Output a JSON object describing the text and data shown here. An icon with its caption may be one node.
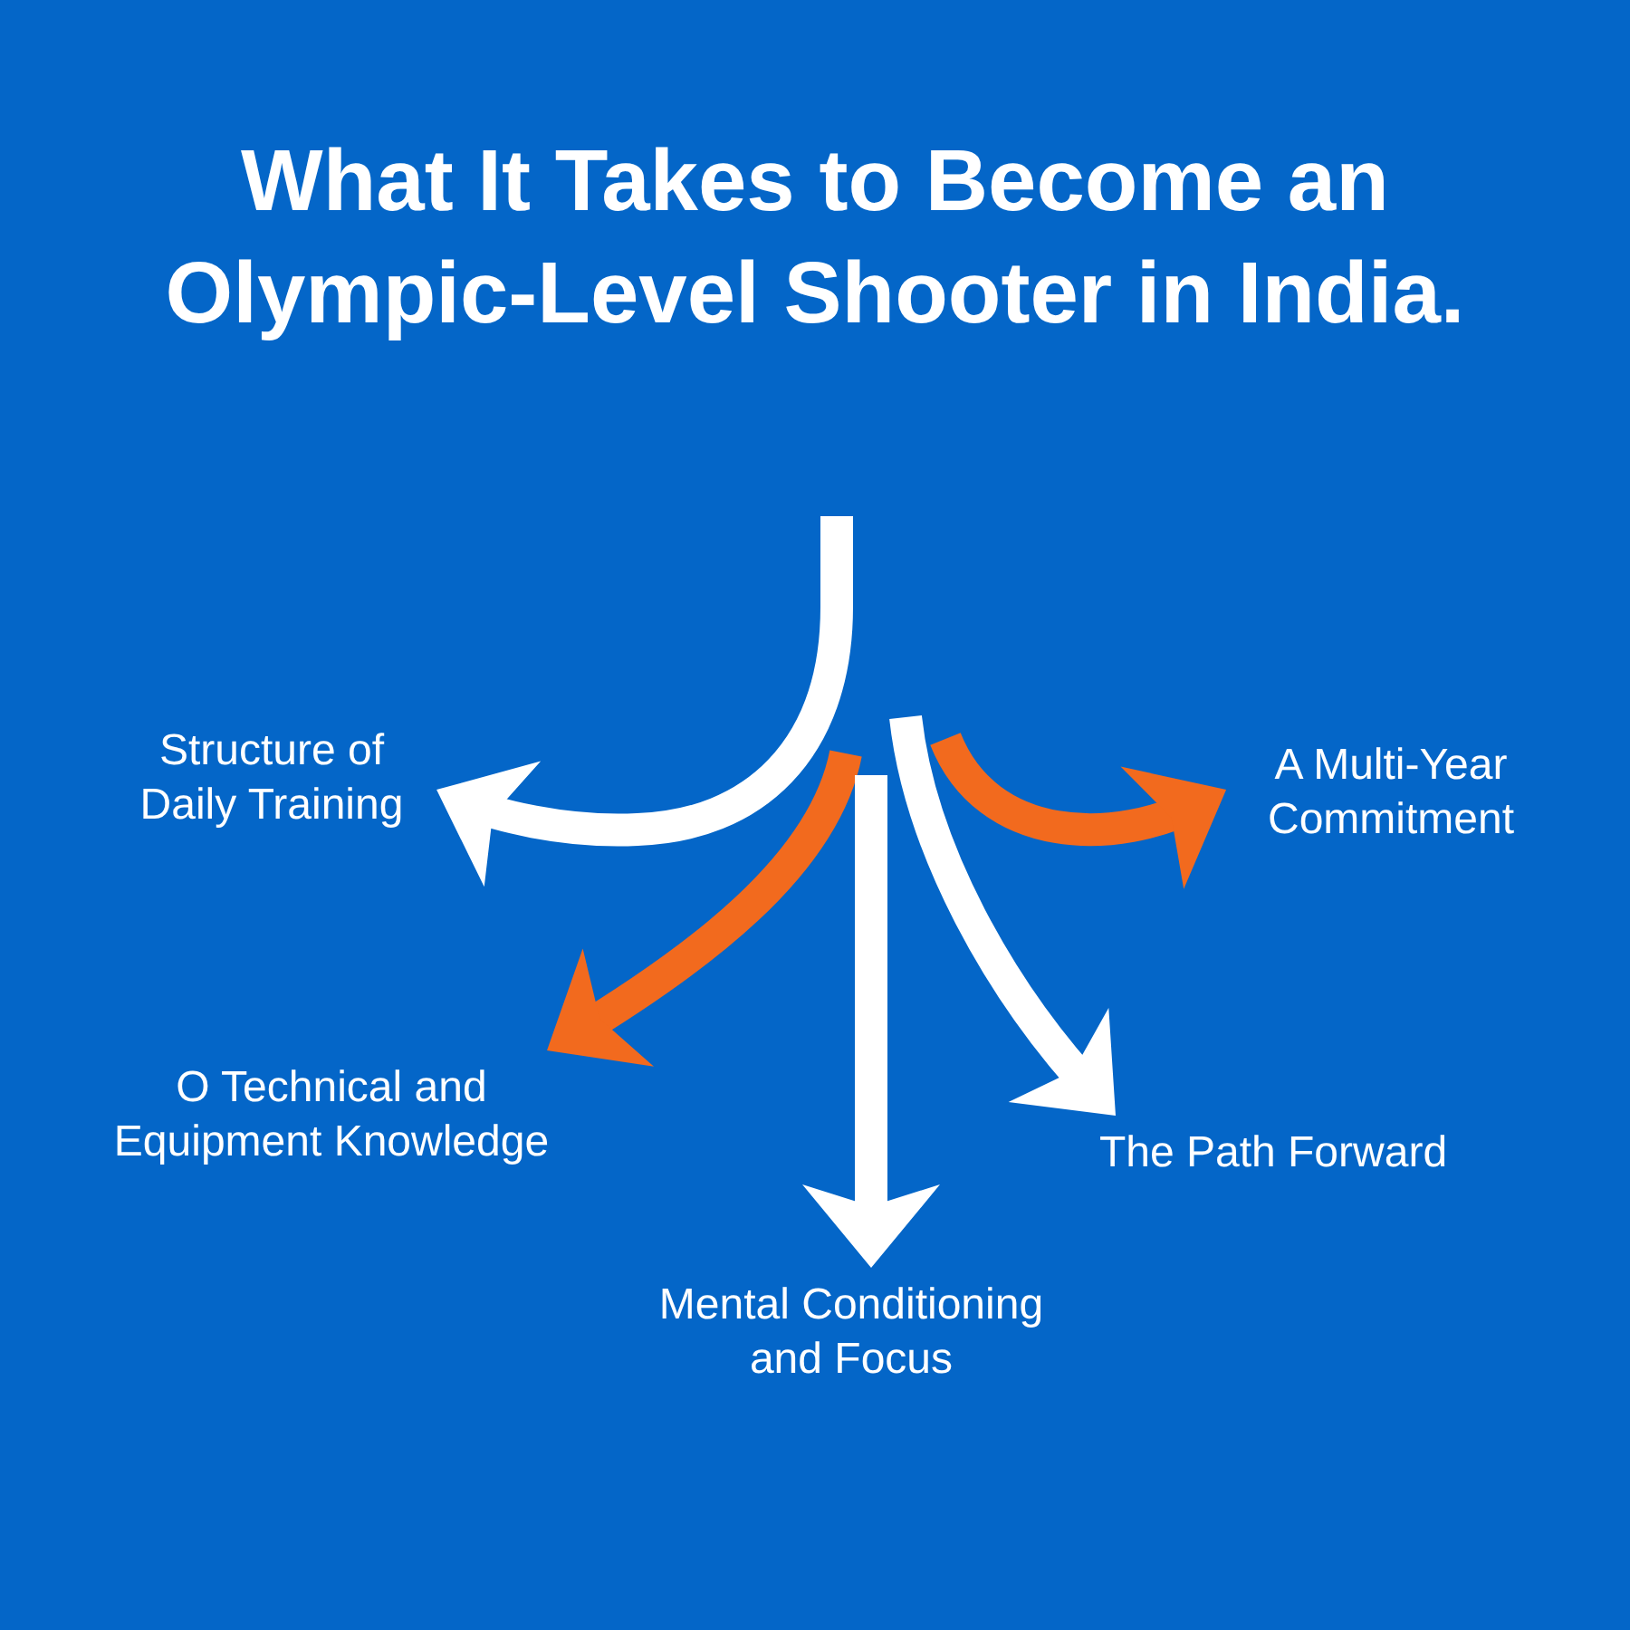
{
  "diagram": {
    "title": "What It Takes to Become an Olympic-Level Shooter in India.",
    "nodes": [
      {
        "text": [
          "Structure of Daily Training"
        ]
      },
      {
        "text": [
          "A Multi-Year Commitment"
        ]
      },
      {
        "text": [
          "O Technical and Equipment Knowledge"
        ]
      },
      {
        "text": [
          "The Path Forward"
        ]
      },
      {
        "text": [
          "Mental Conditioning and Focus"
        ]
      }
    ],
    "edges": [
      {
        "from": null,
        "to": 0,
        "arrow": "to"
      },
      {
        "from": null,
        "to": 2,
        "arrow": "to",
        "color": "#f26a1e"
      },
      {
        "from": null,
        "to": 4,
        "arrow": "to"
      },
      {
        "from": null,
        "to": 3,
        "arrow": "to"
      },
      {
        "from": null,
        "to": 1,
        "arrow": "to",
        "color": "#f26a1e"
      }
    ]
  }
}
